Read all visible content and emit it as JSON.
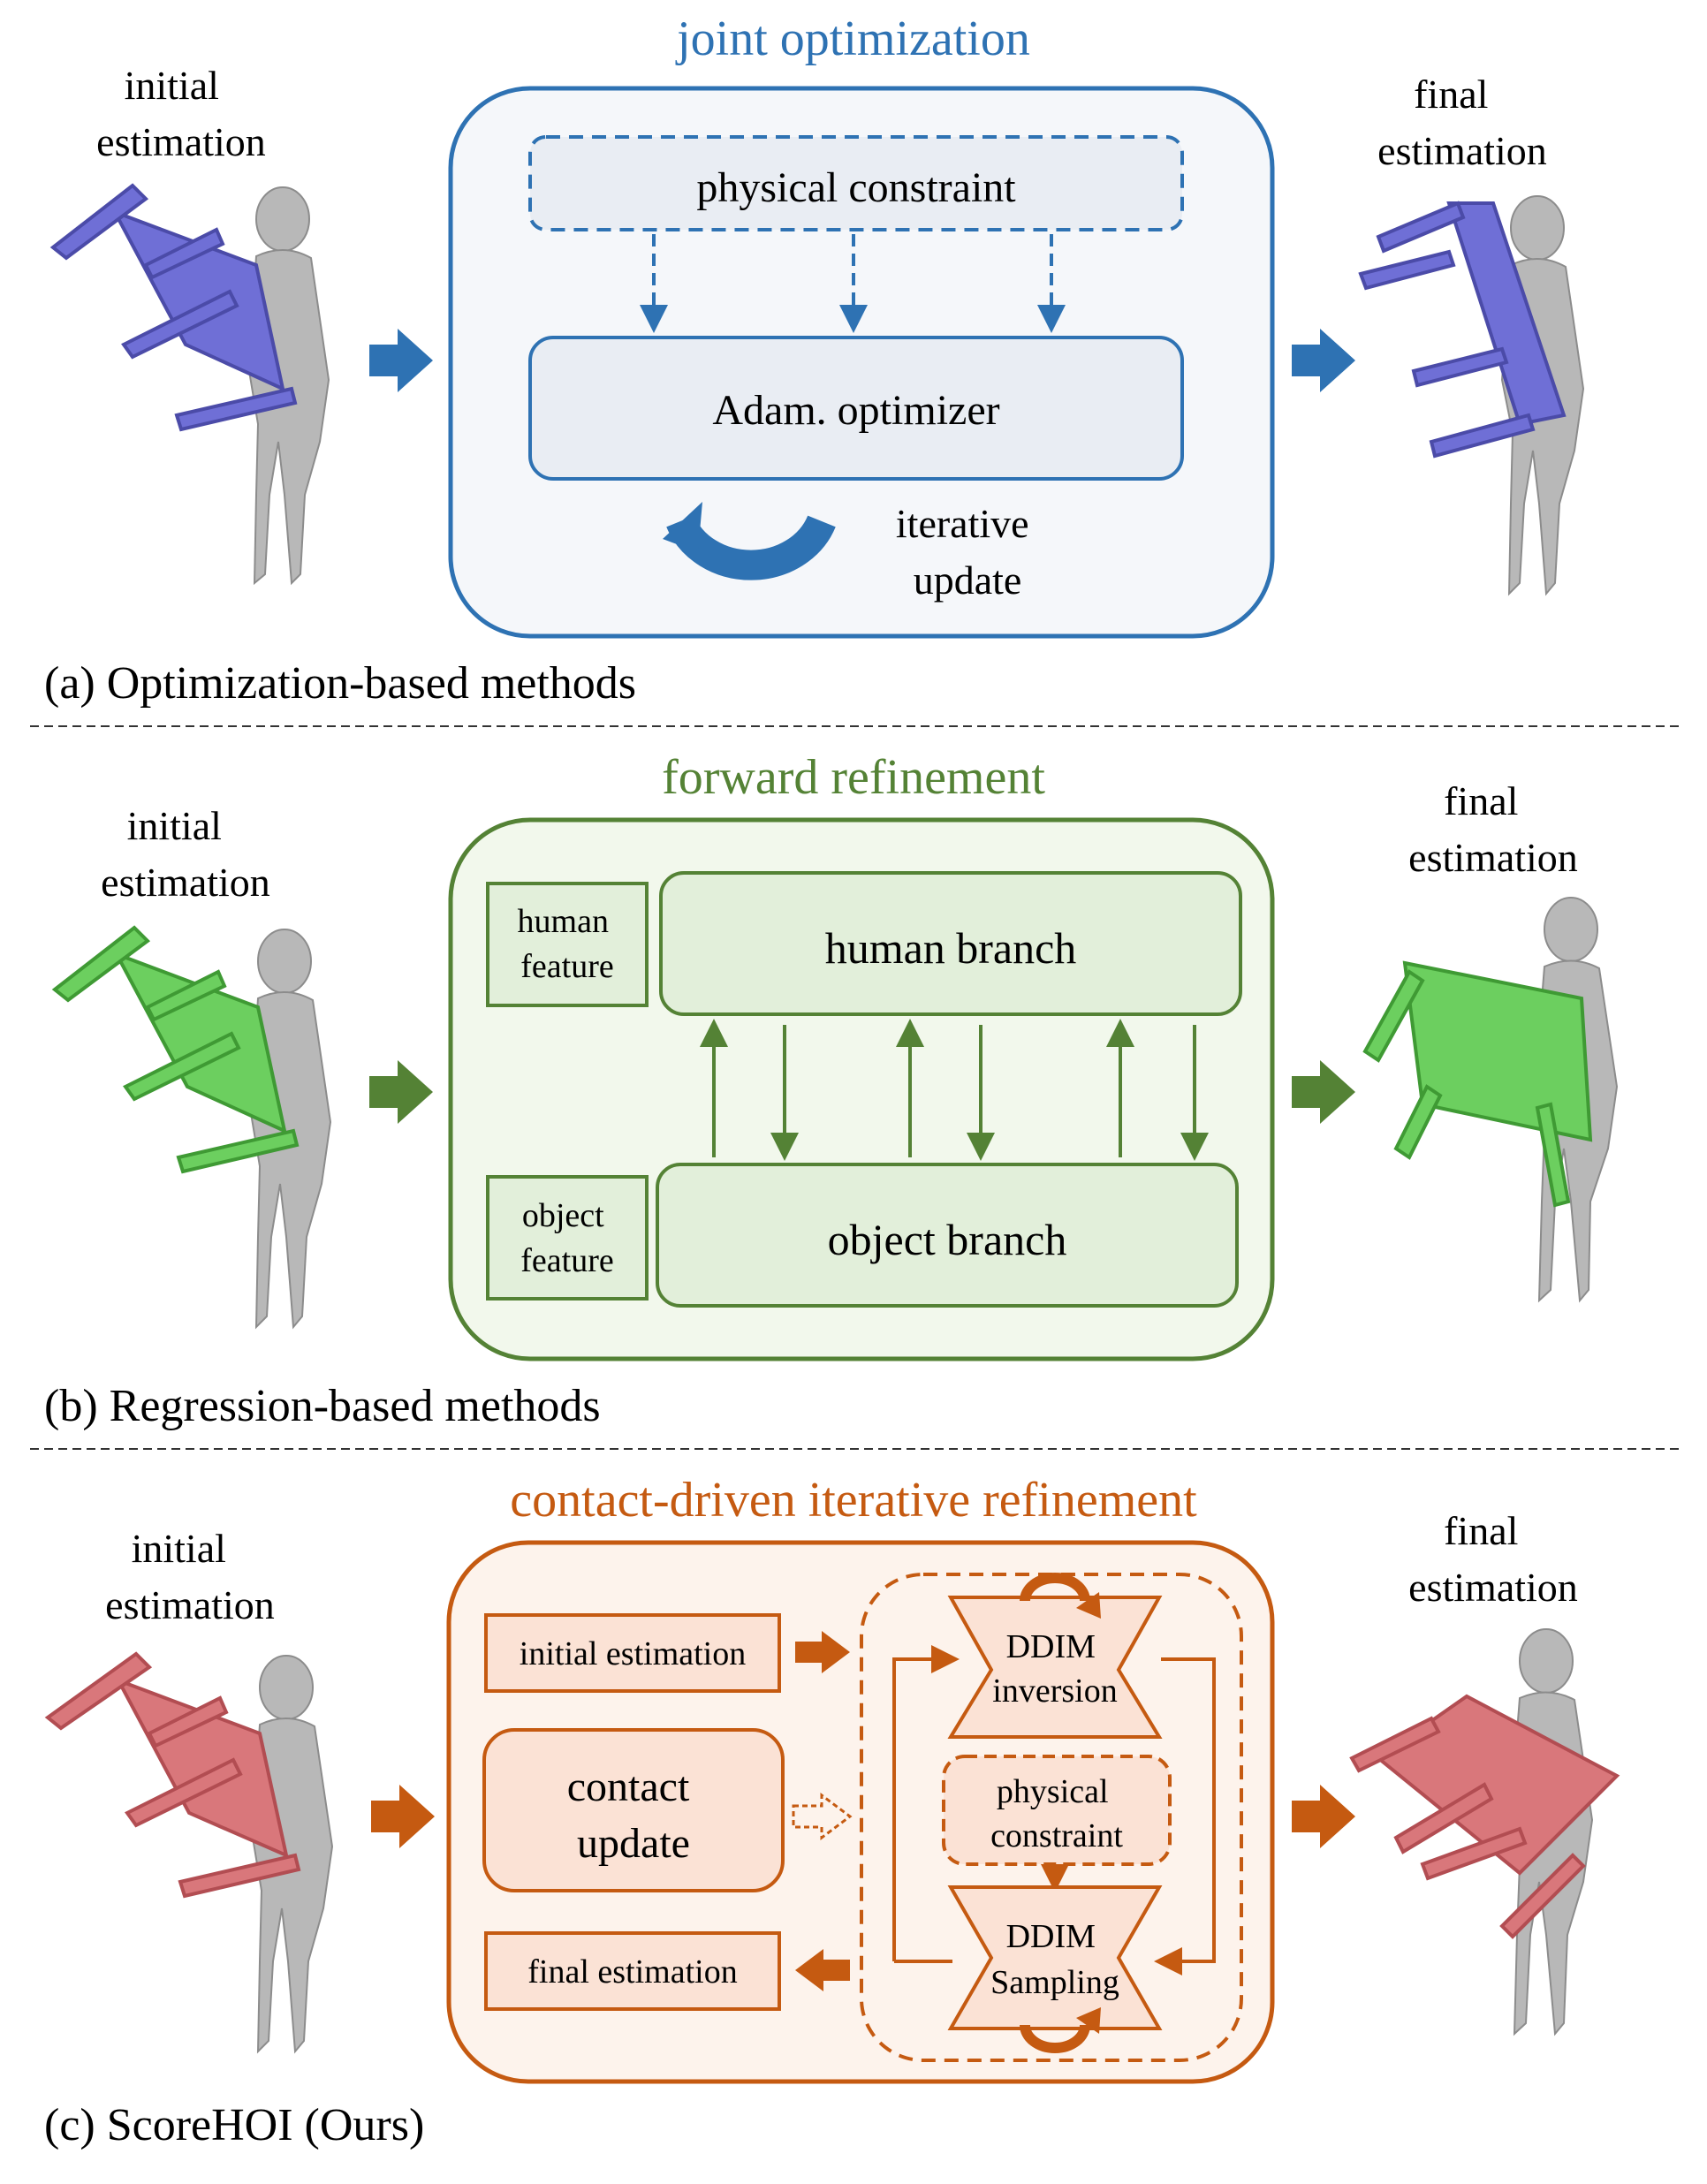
{
  "colors": {
    "blue": "#2e72b3",
    "blue_light": "#f5f7fa",
    "blue_box": "#e9edf3",
    "green": "#548235",
    "green_light": "#f2f8ec",
    "green_box": "#e2efda",
    "orange": "#c55a11",
    "orange_light": "#fdf3ec",
    "orange_box": "#fbe2d5",
    "chair_blue": "#6f6fd6",
    "chair_green": "#6ccf5f",
    "chair_red": "#d9777b",
    "body_gray": "#b8b8b8"
  },
  "panel_a": {
    "title": "joint optimization",
    "initial": [
      "initial",
      "estimation"
    ],
    "final": [
      "final",
      "estimation"
    ],
    "constraint": "physical constraint",
    "optimizer": "Adam. optimizer",
    "iterative": [
      "iterative",
      "update"
    ],
    "caption": "(a) Optimization-based methods"
  },
  "panel_b": {
    "title": "forward refinement",
    "initial": [
      "initial",
      "estimation"
    ],
    "final": [
      "final",
      "estimation"
    ],
    "human_feature": [
      "human",
      "feature"
    ],
    "human_branch": "human branch",
    "object_feature": [
      "object",
      "feature"
    ],
    "object_branch": "object branch",
    "caption": "(b) Regression-based methods"
  },
  "panel_c": {
    "title": "contact-driven iterative refinement",
    "initial": [
      "initial",
      "estimation"
    ],
    "final": [
      "final",
      "estimation"
    ],
    "initial_box": "initial estimation",
    "contact_update": [
      "contact",
      "update"
    ],
    "final_box": "final estimation",
    "ddim_inversion": [
      "DDIM",
      "inversion"
    ],
    "physical_constraint": [
      "physical",
      "constraint"
    ],
    "ddim_sampling": [
      "DDIM",
      "Sampling"
    ],
    "caption": "(c) ScoreHOI (Ours)"
  }
}
